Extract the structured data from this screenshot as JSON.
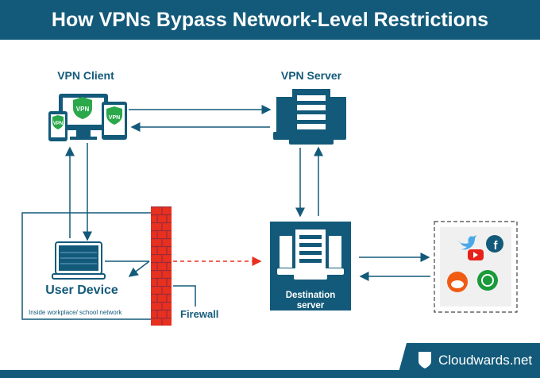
{
  "title": "How VPNs Bypass Network-Level Restrictions",
  "nodes": {
    "vpn_client": "VPN Client",
    "vpn_server": "VPN Server",
    "user_device": "User Device",
    "network_note": "Inside workplace/ school network",
    "firewall": "Firewall",
    "destination_line1": "Destination",
    "destination_line2": "server"
  },
  "services": [
    "twitter-icon",
    "facebook-icon",
    "youtube-icon",
    "reddit-icon",
    "whatsapp-icon"
  ],
  "vpn_badge": "VPN",
  "brand": "Cloudwards.net",
  "colors": {
    "primary": "#135a7a",
    "firewall": "#e8301f",
    "blocked_arrow": "#e8301f",
    "vpn_green": "#2aa84a"
  }
}
